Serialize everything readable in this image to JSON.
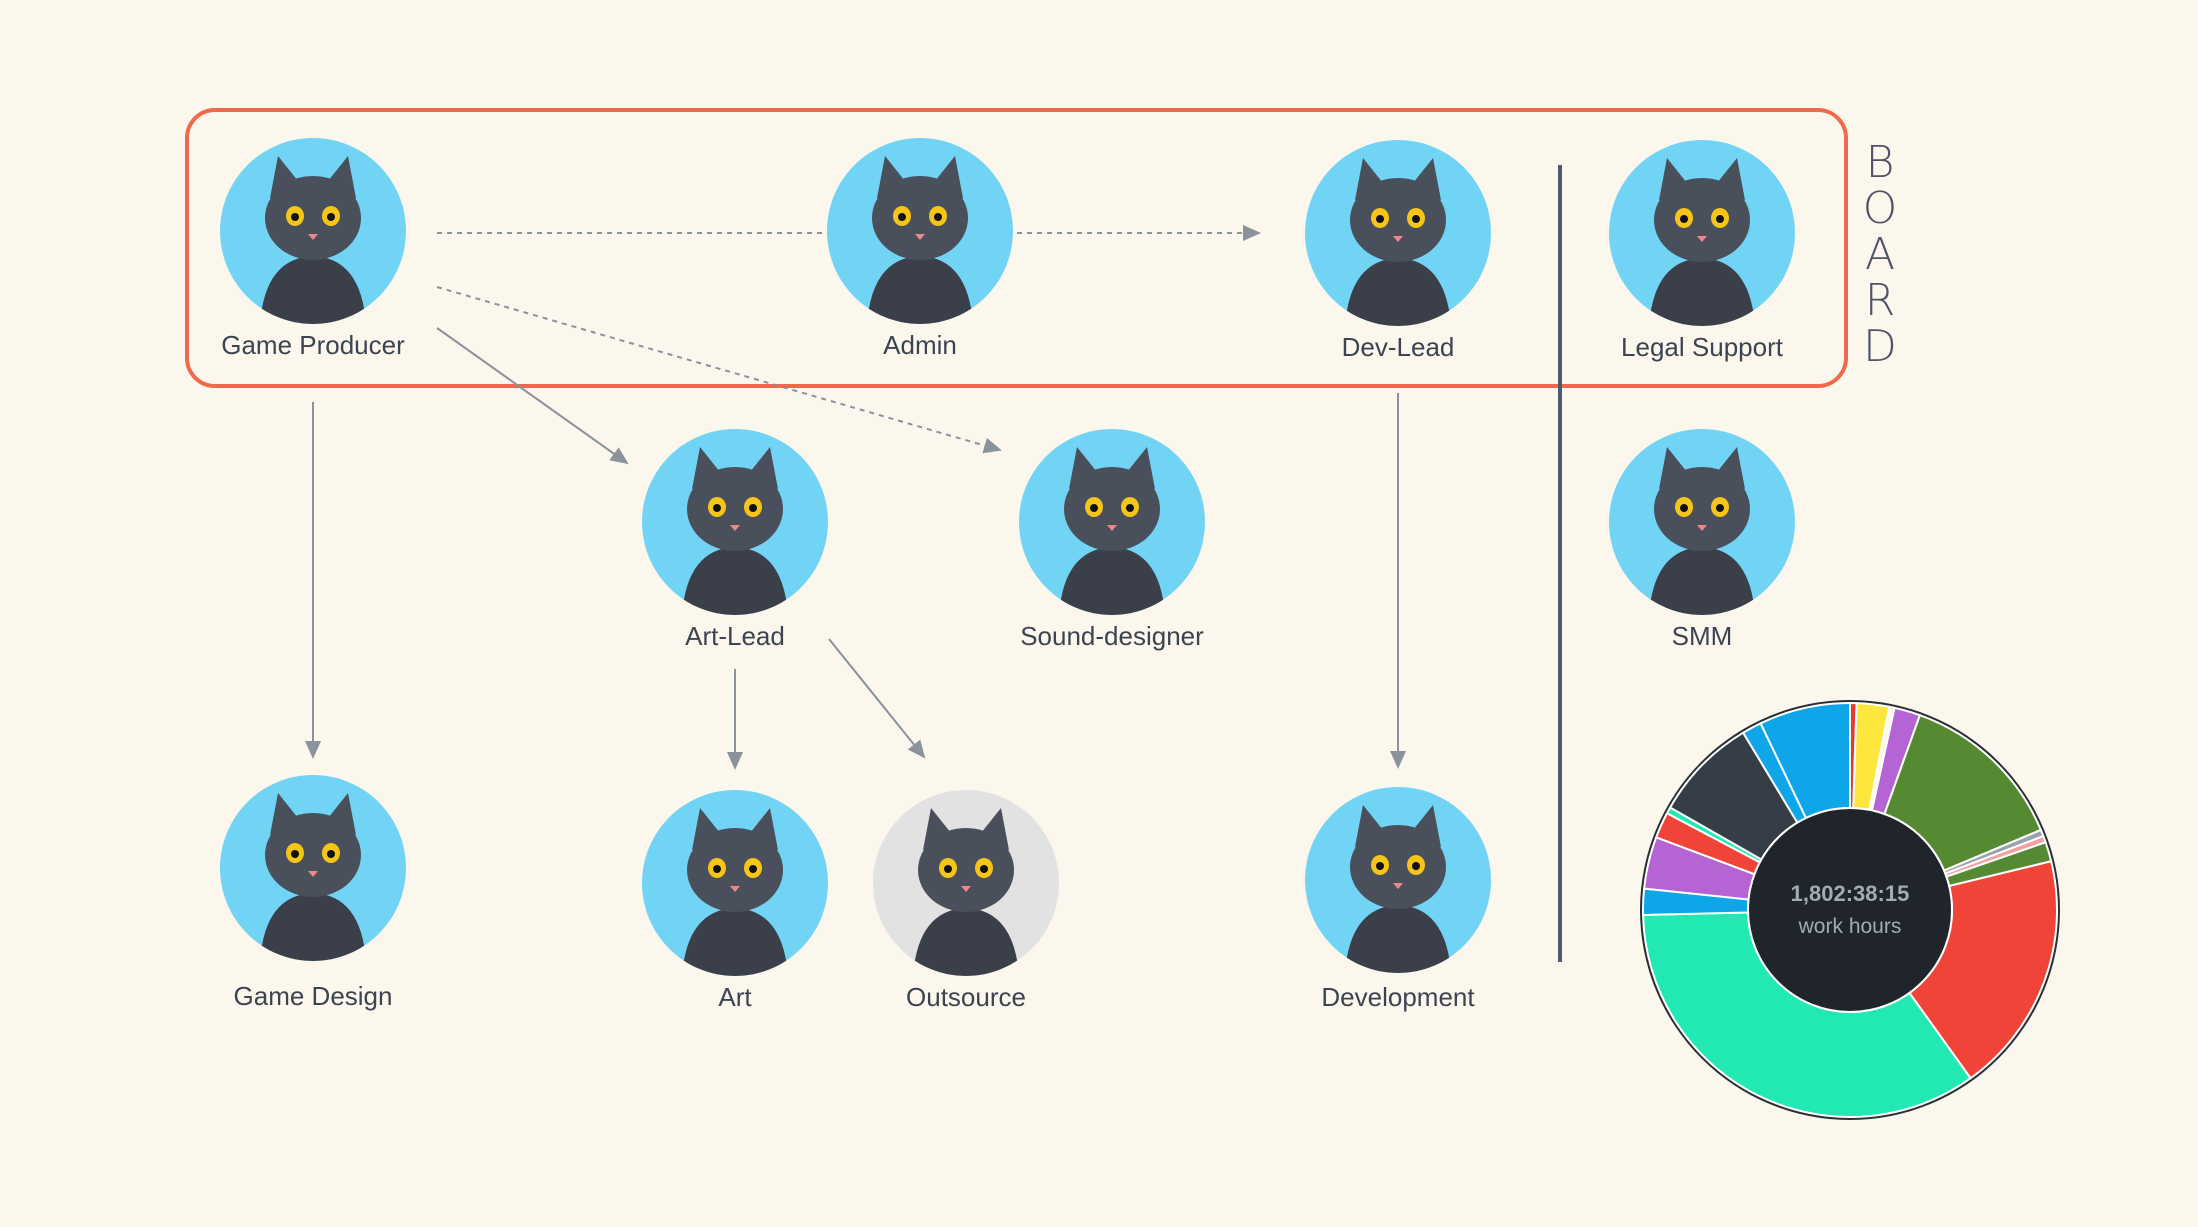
{
  "board": {
    "title_letters": [
      "B",
      "O",
      "A",
      "R",
      "D"
    ]
  },
  "nodes": {
    "game_producer": {
      "label": "Game Producer"
    },
    "admin": {
      "label": "Admin"
    },
    "dev_lead": {
      "label": "Dev-Lead"
    },
    "legal_support": {
      "label": "Legal Support"
    },
    "art_lead": {
      "label": "Art-Lead"
    },
    "sound_designer": {
      "label": "Sound-designer"
    },
    "smm": {
      "label": "SMM"
    },
    "game_design": {
      "label": "Game Design"
    },
    "art": {
      "label": "Art"
    },
    "outsource": {
      "label": "Outsource"
    },
    "development": {
      "label": "Development"
    }
  },
  "colors": {
    "board_border": "#ef6a4c",
    "avatar_bg": "#72d4f4",
    "divider": "#4f5a6b",
    "link": "#8a929c"
  },
  "chart_data": {
    "type": "pie",
    "donut": true,
    "center_value": "1,802:38:15",
    "center_label": "work hours",
    "values": [
      0.5,
      2.5,
      0.4,
      2,
      13,
      0.5,
      0.5,
      1.5,
      18.6,
      34,
      2,
      4,
      2,
      0.5,
      8,
      1.5,
      7
    ],
    "colors": [
      "#e53935",
      "#fde73c",
      "#fcf7ed",
      "#b564d4",
      "#568a32",
      "#9aa3ad",
      "#f4a0a0",
      "#568a32",
      "#f04438",
      "#22e8b4",
      "#0ea5e9",
      "#b564d4",
      "#f04438",
      "#22e8b4",
      "#353e47",
      "#0ea5e9",
      "#0ea5e9"
    ]
  }
}
